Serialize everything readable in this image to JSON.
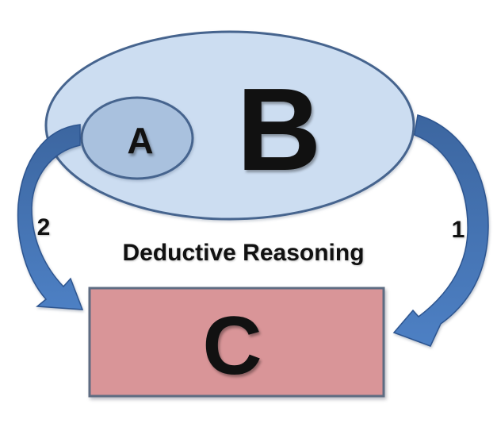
{
  "diagram": {
    "title": "Deductive Reasoning",
    "sets": {
      "outer_label": "B",
      "inner_label": "A"
    },
    "conclusion": {
      "label": "C"
    },
    "arrows": {
      "left_label": "2",
      "right_label": "1"
    }
  },
  "colors": {
    "background": "#ffffff",
    "outer_ellipse_fill": "#ccddf1",
    "outer_ellipse_stroke": "#46648e",
    "inner_ellipse_fill": "#a9c1de",
    "inner_ellipse_stroke": "#46648e",
    "conclusion_fill": "#d99598",
    "conclusion_stroke": "#5e6c82",
    "arrow_gradient_start": "#3c66a0",
    "arrow_gradient_end": "#4d80c4",
    "arrow_stroke": "#2d5590",
    "text": "#111111"
  }
}
